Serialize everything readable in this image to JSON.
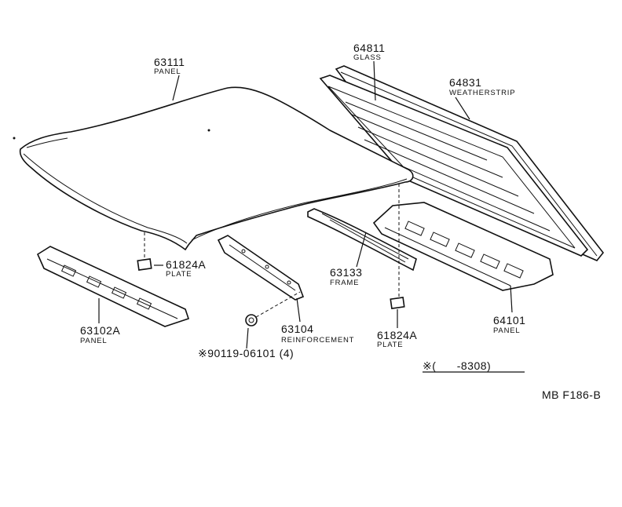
{
  "parts": [
    {
      "key": "p63111",
      "number": "63111",
      "name": "PANEL"
    },
    {
      "key": "p64811",
      "number": "64811",
      "name": "GLASS"
    },
    {
      "key": "p64831",
      "number": "64831",
      "name": "WEATHERSTRIP"
    },
    {
      "key": "p61824a1",
      "number": "61824A",
      "name": "PLATE"
    },
    {
      "key": "p63133",
      "number": "63133",
      "name": "FRAME"
    },
    {
      "key": "p63102a",
      "number": "63102A",
      "name": "PANEL"
    },
    {
      "key": "p63104",
      "number": "63104",
      "name": "REINFORCEMENT"
    },
    {
      "key": "p61824a2",
      "number": "61824A",
      "name": "PLATE"
    },
    {
      "key": "p64101",
      "number": "64101",
      "name": "PANEL"
    }
  ],
  "bolt_label": "※90119-06101 (4)",
  "footnote": "※(      -8308)",
  "diagram_code": "MB F186-B"
}
